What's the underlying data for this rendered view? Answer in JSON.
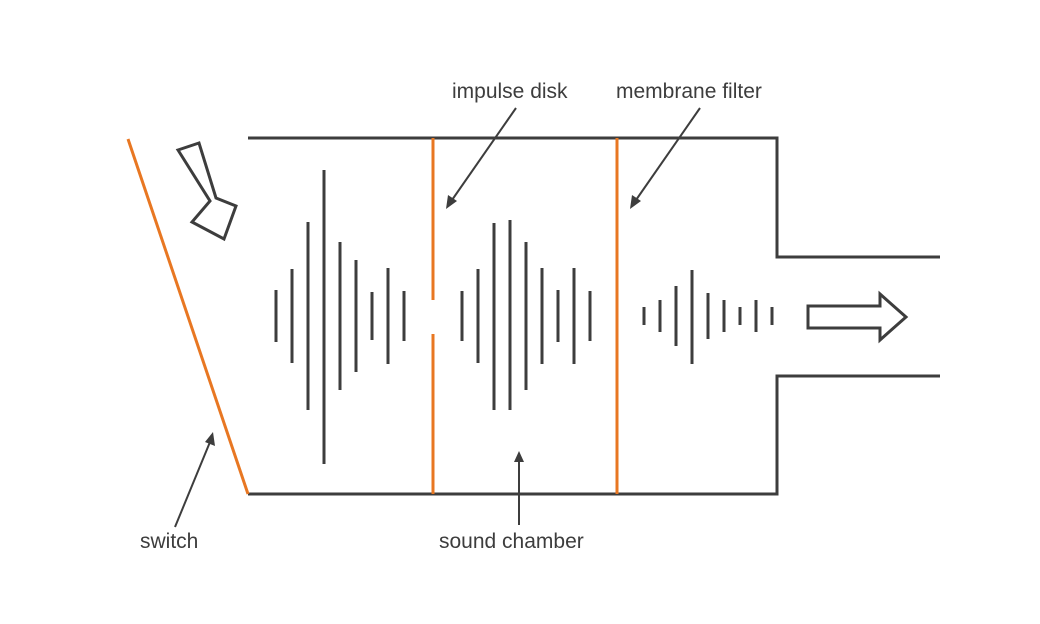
{
  "labels": {
    "impulse_disk": "impulse disk",
    "membrane_filter": "membrane filter",
    "switch": "switch",
    "sound_chamber": "sound chamber"
  },
  "colors": {
    "outline": "#3d3d3d",
    "accent": "#e87722",
    "background": "#ffffff"
  }
}
